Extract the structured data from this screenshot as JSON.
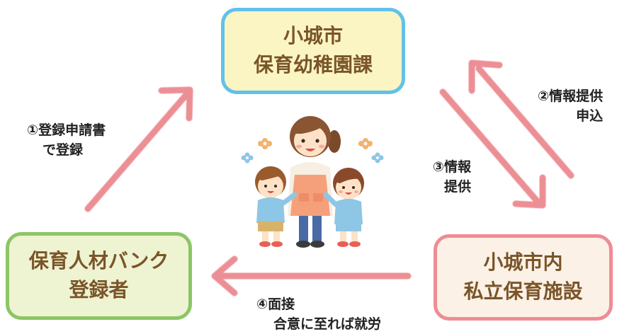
{
  "colors": {
    "arrow": "#ec8f95",
    "top_border": "#62c1e8",
    "left_border": "#8cc566",
    "right_border": "#ee8c94",
    "box_text": "#7a5529"
  },
  "nodes": {
    "top": {
      "line1": "小城市",
      "line2": "保育幼稚園課"
    },
    "left": {
      "line1": "保育人材バンク",
      "line2": "登録者"
    },
    "right": {
      "line1": "小城市内",
      "line2": "私立保育施設"
    }
  },
  "labels": {
    "step1": {
      "line1": "①登録申請書",
      "line2": "で登録"
    },
    "step2": {
      "line1": "②情報提供",
      "line2": "申込"
    },
    "step3": {
      "line1": "③情報",
      "line2": "提供"
    },
    "step4": {
      "line1": "④面接",
      "line2": "合意に至れば就労"
    }
  },
  "illustration": {
    "icon": "teacher-with-children-icon"
  }
}
